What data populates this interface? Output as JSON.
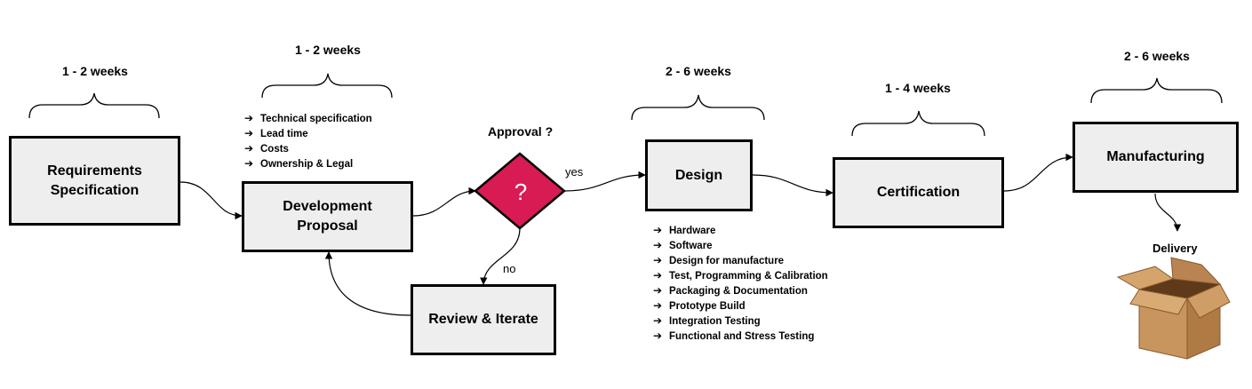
{
  "durations": {
    "requirements": "1 - 2 weeks",
    "development": "1 - 2 weeks",
    "design": "2 - 6 weeks",
    "certification": "1 - 4 weeks",
    "manufacturing": "2 - 6 weeks"
  },
  "nodes": {
    "requirements": [
      "Requirements",
      "Specification"
    ],
    "development": [
      "Development",
      "Proposal"
    ],
    "review": "Review & Iterate",
    "design": "Design",
    "certification": "Certification",
    "manufacturing": "Manufacturing"
  },
  "decision": {
    "label": "Approval ?",
    "symbol": "?",
    "yes": "yes",
    "no": "no",
    "color": "#d81b52"
  },
  "development_items": [
    "Technical specification",
    "Lead time",
    "Costs",
    "Ownership & Legal"
  ],
  "design_items": [
    "Hardware",
    "Software",
    "Design for manufacture",
    "Test, Programming & Calibration",
    "Packaging & Documentation",
    "Prototype Build",
    "Integration Testing",
    "Functional and Stress Testing"
  ],
  "delivery": {
    "label": "Delivery",
    "icon": "cardboard-box-icon"
  },
  "bullet_glyph": "➔"
}
